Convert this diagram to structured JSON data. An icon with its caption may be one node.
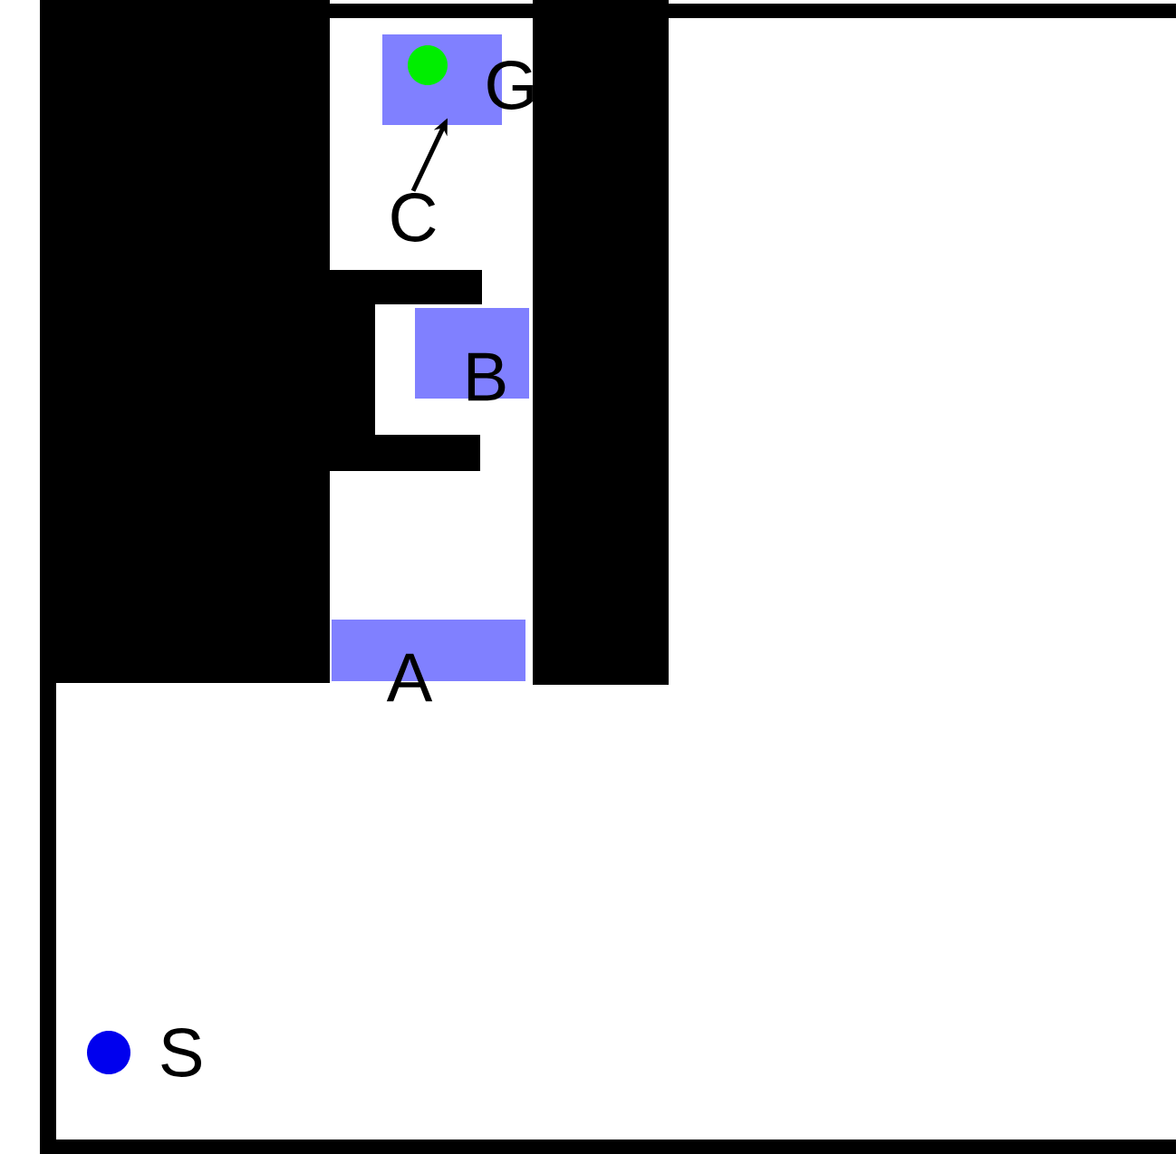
{
  "diagram": {
    "nodes": [
      {
        "text": [
          "A"
        ]
      },
      {
        "text": [
          "B"
        ]
      },
      {
        "text": [
          "G"
        ]
      },
      {
        "text": [],
        "shape": "circle",
        "in": 2
      },
      {
        "text": [
          "C"
        ]
      },
      {
        "text": [],
        "shape": "circle",
        "beside": [
          "S"
        ]
      }
    ],
    "edges": [
      {
        "from": 4,
        "to": 2,
        "arrow": "to"
      }
    ]
  }
}
